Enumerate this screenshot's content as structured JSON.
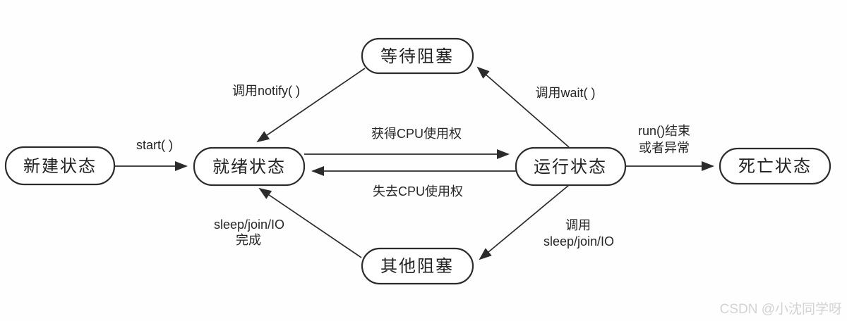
{
  "diagram": {
    "name": "java-thread-lifecycle-state-diagram",
    "colors": {
      "stroke": "#2b2b2b",
      "node_fill": "#ffffff",
      "node_text": "#222222",
      "background": "#fefefe",
      "watermark_text_color": "#d3d3d3"
    },
    "nodes": {
      "new": {
        "label": "新建状态"
      },
      "ready": {
        "label": "就绪状态"
      },
      "waiting": {
        "label": "等待阻塞"
      },
      "running": {
        "label": "运行状态"
      },
      "dead": {
        "label": "死亡状态"
      },
      "blocked": {
        "label": "其他阻塞"
      }
    },
    "edges": {
      "start": {
        "label": "start( )",
        "from": "new",
        "to": "ready"
      },
      "acquire_cpu": {
        "label": "获得CPU使用权",
        "from": "ready",
        "to": "running"
      },
      "lose_cpu": {
        "label": "失去CPU使用权",
        "from": "running",
        "to": "ready"
      },
      "notify": {
        "label": "调用notify( )",
        "from": "waiting",
        "to": "ready"
      },
      "wait": {
        "label": "调用wait( )",
        "from": "running",
        "to": "waiting"
      },
      "run_end": {
        "label_line1": "run()结束",
        "label_line2": "或者异常",
        "from": "running",
        "to": "dead"
      },
      "sleep_call": {
        "label_line1": "调用",
        "label_line2": "sleep/join/IO",
        "from": "running",
        "to": "blocked"
      },
      "sleep_done": {
        "label_line1": "sleep/join/IO",
        "label_line2": "完成",
        "from": "blocked",
        "to": "ready"
      }
    }
  },
  "watermark": {
    "text": "CSDN @小沈同学呀"
  }
}
